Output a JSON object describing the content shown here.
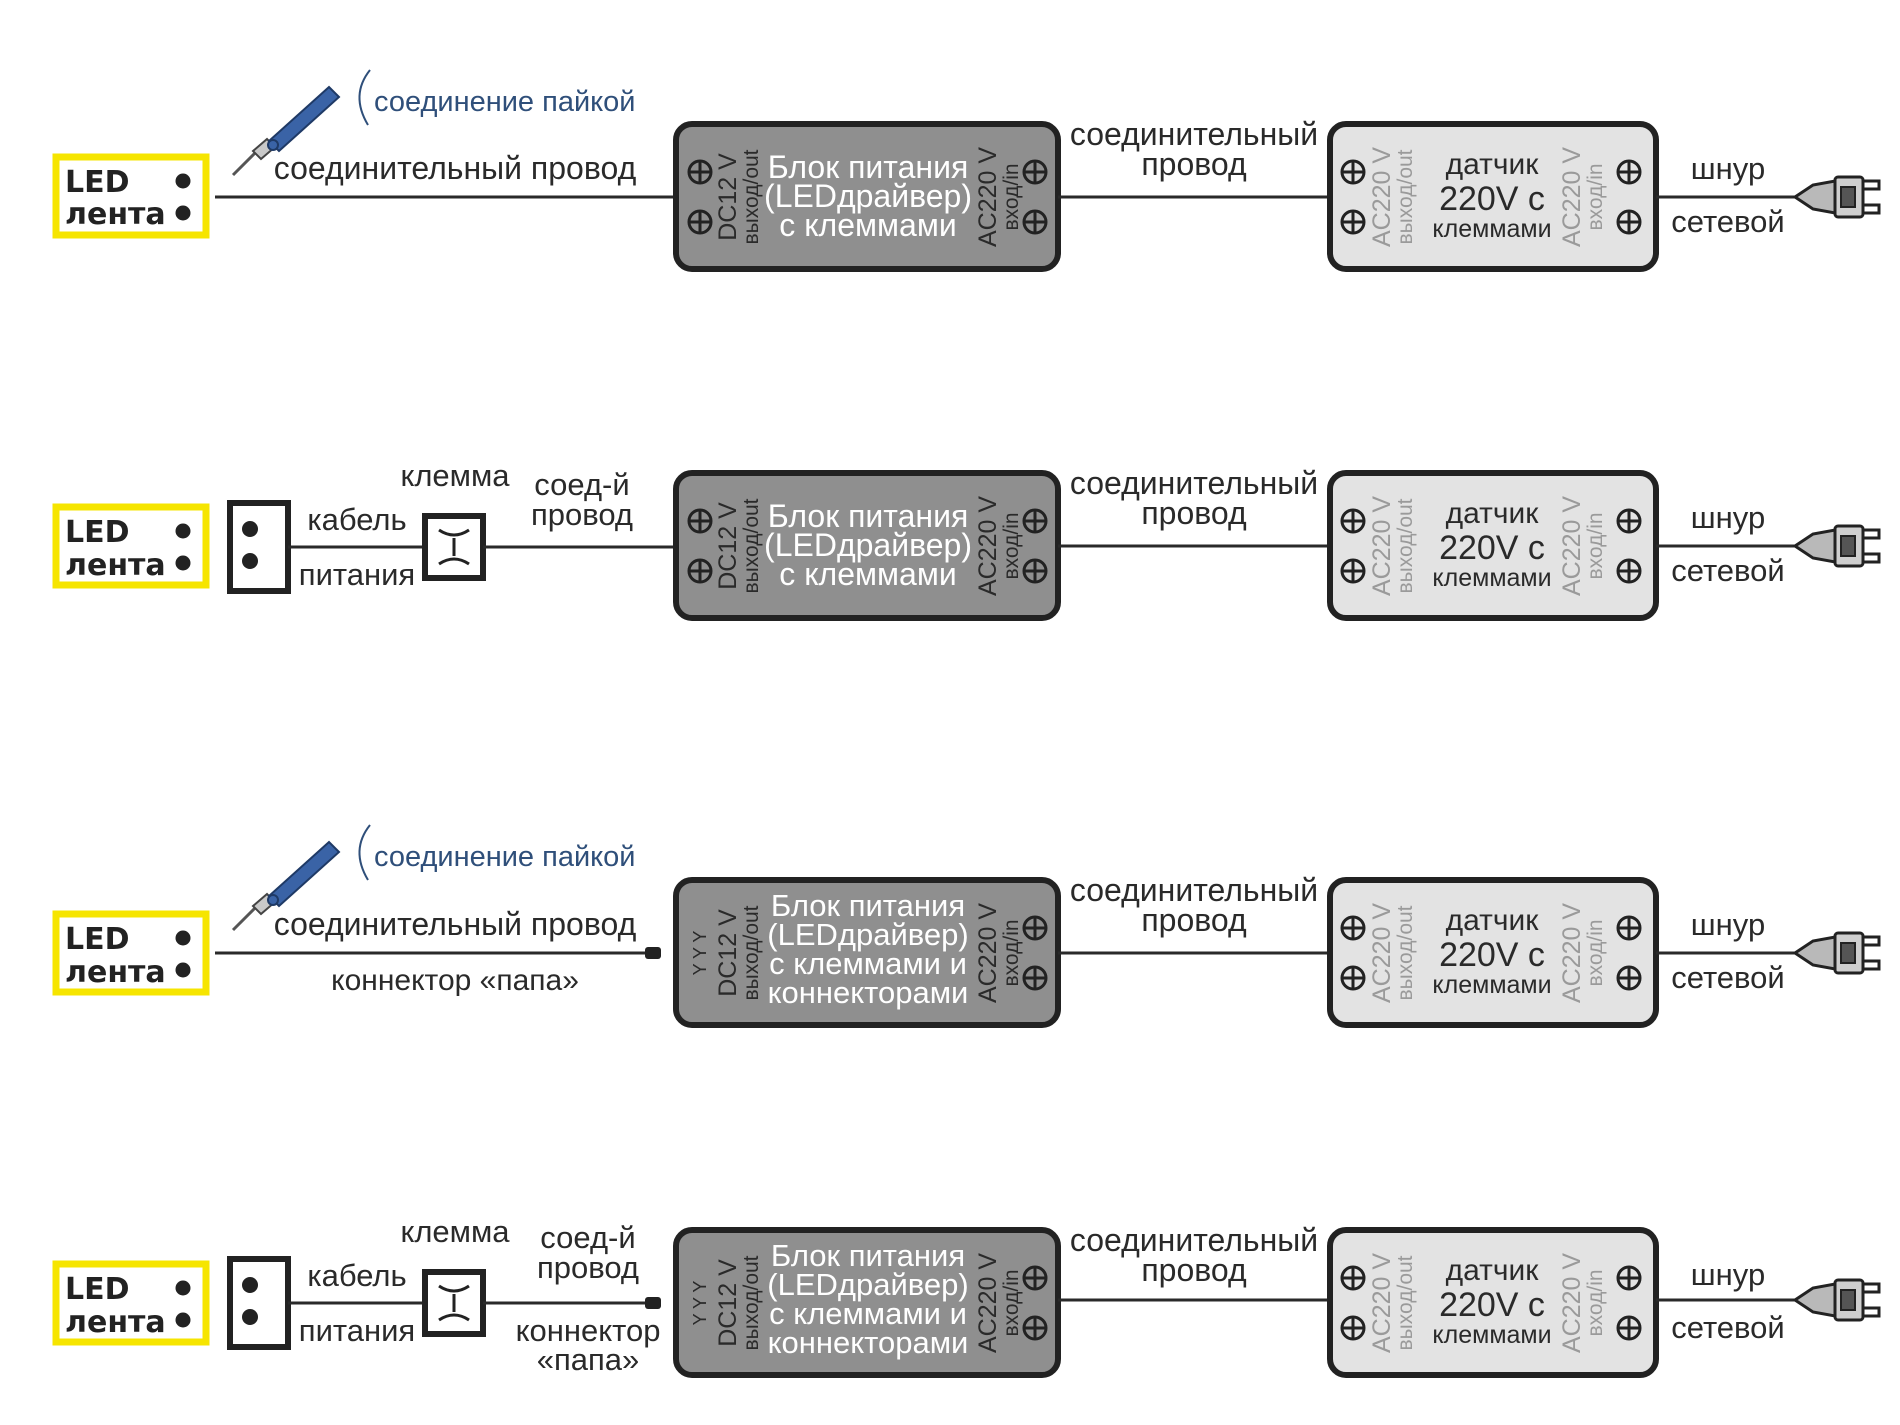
{
  "led": {
    "line1": "LED",
    "line2": "лента"
  },
  "solder": {
    "label": "соединение пайкой"
  },
  "wire_label": "соединительный провод",
  "connector_male": "коннектор «папа»",
  "connector_male_l1": "коннектор",
  "connector_male_l2": "«папа»",
  "terminal": "клемма",
  "power_cable": {
    "line1": "кабель",
    "line2": "питания"
  },
  "short_wire": {
    "line1": "соед-й",
    "line2": "провод"
  },
  "driver": {
    "title1": "Блок питания",
    "title2": "(LEDдрайвер)",
    "title3": "с клеммами",
    "title3b": "с клеммами и",
    "title4": "коннекторами",
    "out1": "DC12 V",
    "out2": "выход/out",
    "in1": "AC220 V",
    "in2": "вход/in",
    "yyy": "Y Y Y"
  },
  "mid_wire": {
    "line1": "соединительный",
    "line2": "провод"
  },
  "sensor": {
    "title1": "датчик",
    "title2": "220V с",
    "title3": "клеммами",
    "out1": "AC220 V",
    "out2": "выход/out",
    "in1": "AC220 V",
    "in2": "вход/in"
  },
  "cord": {
    "line1": "шнур",
    "line2": "сетевой"
  },
  "colors": {
    "led_border": "#f6e500",
    "driver_fill": "#8f8f8f",
    "sensor_fill": "#e3e3e3",
    "solder_text": "#2f4f7a",
    "iron_handle": "#3a63a6"
  }
}
